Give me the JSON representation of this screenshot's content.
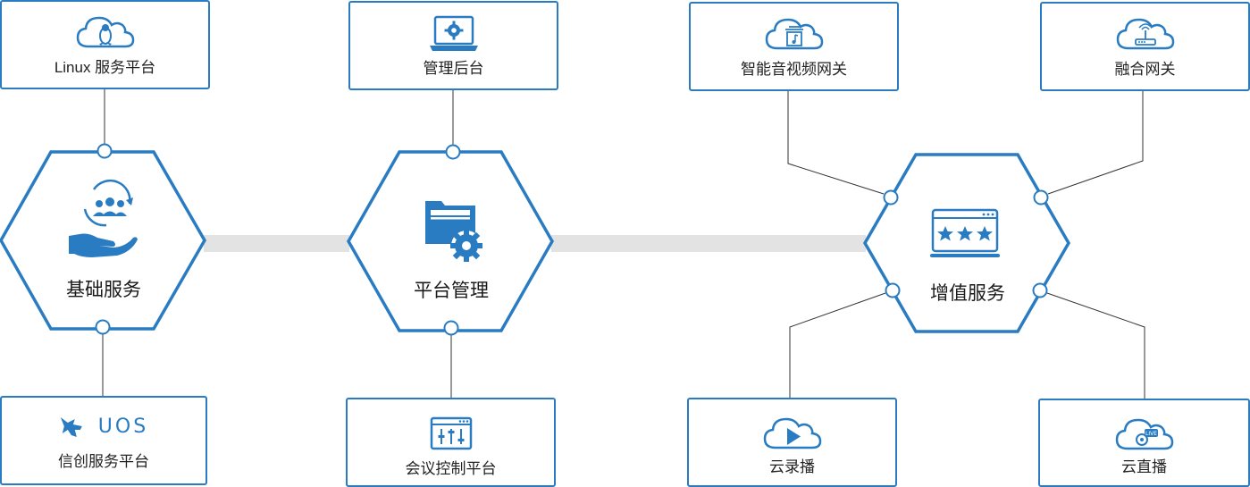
{
  "colors": {
    "accent": "#2a7cc2",
    "connector": "#333333",
    "band": "#e3e3e3",
    "text": "#222222"
  },
  "hexes": {
    "basic": {
      "label": "基础服务",
      "icon": "hand-with-users-icon"
    },
    "platform": {
      "label": "平台管理",
      "icon": "folder-gear-icon"
    },
    "value_added": {
      "label": "增值服务",
      "icon": "rating-stars-screen-icon"
    }
  },
  "boxes": {
    "linux": {
      "label": "Linux 服务平台",
      "icon": "linux-cloud-icon"
    },
    "admin": {
      "label": "管理后台",
      "icon": "laptop-gear-icon"
    },
    "xinchuang": {
      "label": "信创服务平台",
      "icon": "uos-logo-icon",
      "logo_text": "UOS"
    },
    "meeting": {
      "label": "会议控制平台",
      "icon": "sliders-window-icon"
    },
    "av_gateway": {
      "label": "智能音视频网关",
      "icon": "music-cloud-icon"
    },
    "fusion_gateway": {
      "label": "融合网关",
      "icon": "router-cloud-icon"
    },
    "cloud_record": {
      "label": "云录播",
      "icon": "play-cloud-icon"
    },
    "cloud_live": {
      "label": "云直播",
      "icon": "live-cloud-icon",
      "badge_text": "LIVE"
    }
  }
}
